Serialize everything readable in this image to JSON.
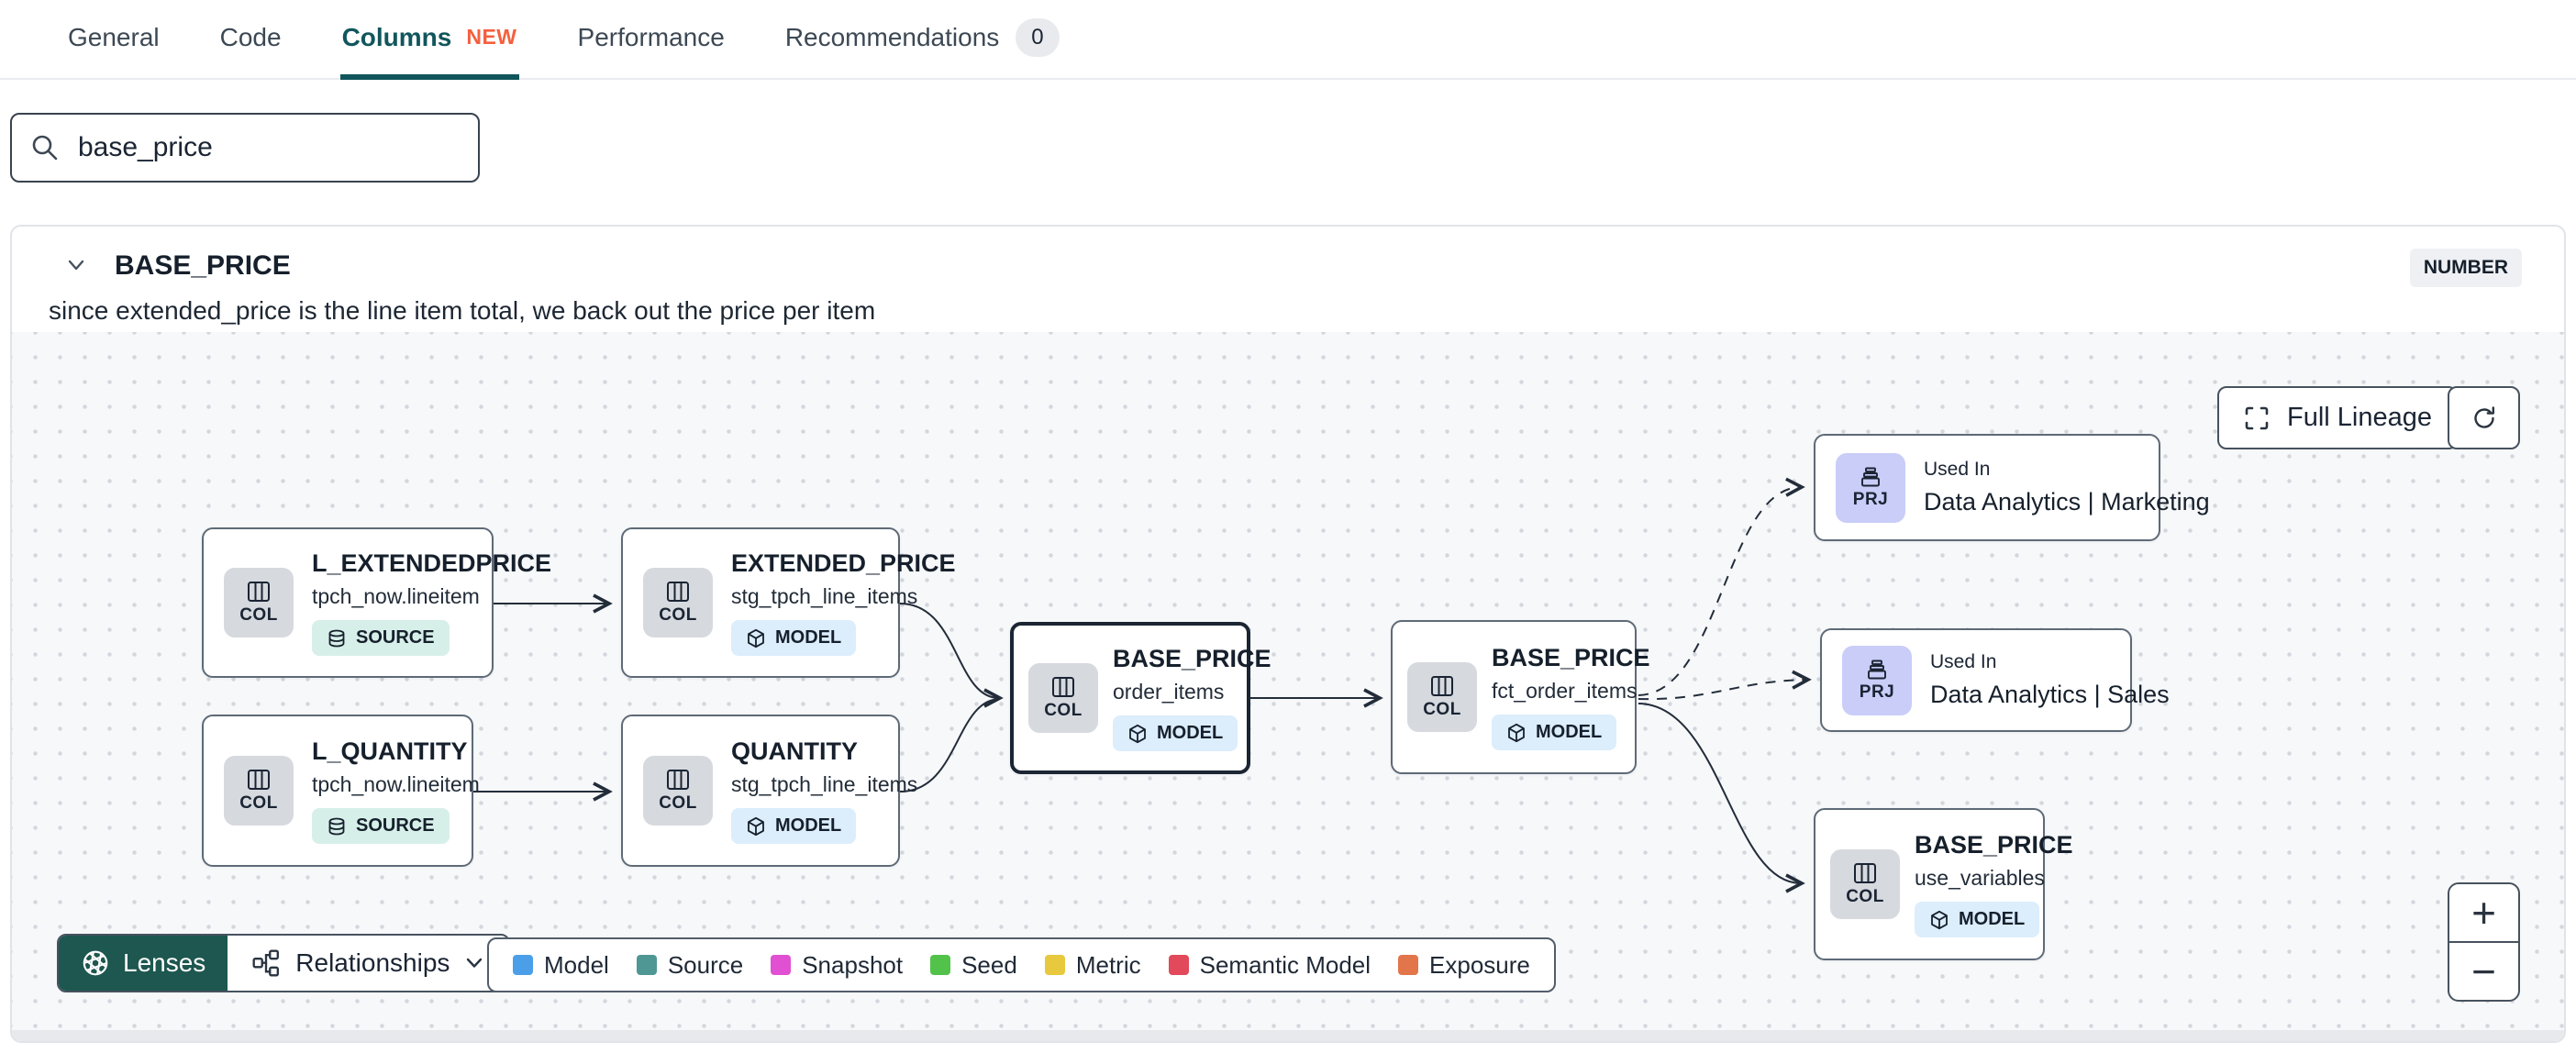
{
  "tabs": {
    "items": [
      {
        "label": "General"
      },
      {
        "label": "Code"
      },
      {
        "label": "Columns",
        "badge": "NEW"
      },
      {
        "label": "Performance"
      },
      {
        "label": "Recommendations",
        "count": "0"
      }
    ]
  },
  "search": {
    "value": "base_price"
  },
  "panel": {
    "title": "BASE_PRICE",
    "type_badge": "NUMBER",
    "description": "since extended_price is the line item total, we back out the price per item"
  },
  "canvas": {
    "full_lineage_label": "Full Lineage",
    "nodes": [
      {
        "chip": "COL",
        "title": "L_EXTENDEDPRICE",
        "subtitle": "tpch_now.lineitem",
        "badge": "SOURCE"
      },
      {
        "chip": "COL",
        "title": "L_QUANTITY",
        "subtitle": "tpch_now.lineitem",
        "badge": "SOURCE"
      },
      {
        "chip": "COL",
        "title": "EXTENDED_PRICE",
        "subtitle": "stg_tpch_line_items",
        "badge": "MODEL"
      },
      {
        "chip": "COL",
        "title": "QUANTITY",
        "subtitle": "stg_tpch_line_items",
        "badge": "MODEL"
      },
      {
        "chip": "COL",
        "title": "BASE_PRICE",
        "subtitle": "order_items",
        "badge": "MODEL",
        "selected": true
      },
      {
        "chip": "COL",
        "title": "BASE_PRICE",
        "subtitle": "fct_order_items",
        "badge": "MODEL"
      },
      {
        "chip": "PRJ",
        "label": "Used In",
        "title": "Data Analytics | Marketing"
      },
      {
        "chip": "PRJ",
        "label": "Used In",
        "title": "Data Analytics | Sales"
      },
      {
        "chip": "COL",
        "title": "BASE_PRICE",
        "subtitle": "use_variables",
        "badge": "MODEL"
      }
    ],
    "badge_colors": {
      "SOURCE": "#d7efe9",
      "MODEL": "#dcedfc",
      "COL": "#d6d9de",
      "PRJ": "#c9cdf8"
    },
    "toolbar": {
      "lenses_label": "Lenses",
      "relationships_label": "Relationships"
    },
    "legend": [
      {
        "label": "Model",
        "color": "#4b9fe8"
      },
      {
        "label": "Source",
        "color": "#4f9795"
      },
      {
        "label": "Snapshot",
        "color": "#e14fd2"
      },
      {
        "label": "Seed",
        "color": "#53c24a"
      },
      {
        "label": "Metric",
        "color": "#e8c83d"
      },
      {
        "label": "Semantic Model",
        "color": "#e2495a"
      },
      {
        "label": "Exposure",
        "color": "#e2764a"
      }
    ],
    "zoom": {
      "in_label": "+",
      "out_label": "−"
    },
    "accent_colors": {
      "active_tab": "#11565c",
      "new_badge": "#f4603f",
      "lenses_bg": "#1d574f",
      "selected_border": "#1b2533"
    }
  }
}
